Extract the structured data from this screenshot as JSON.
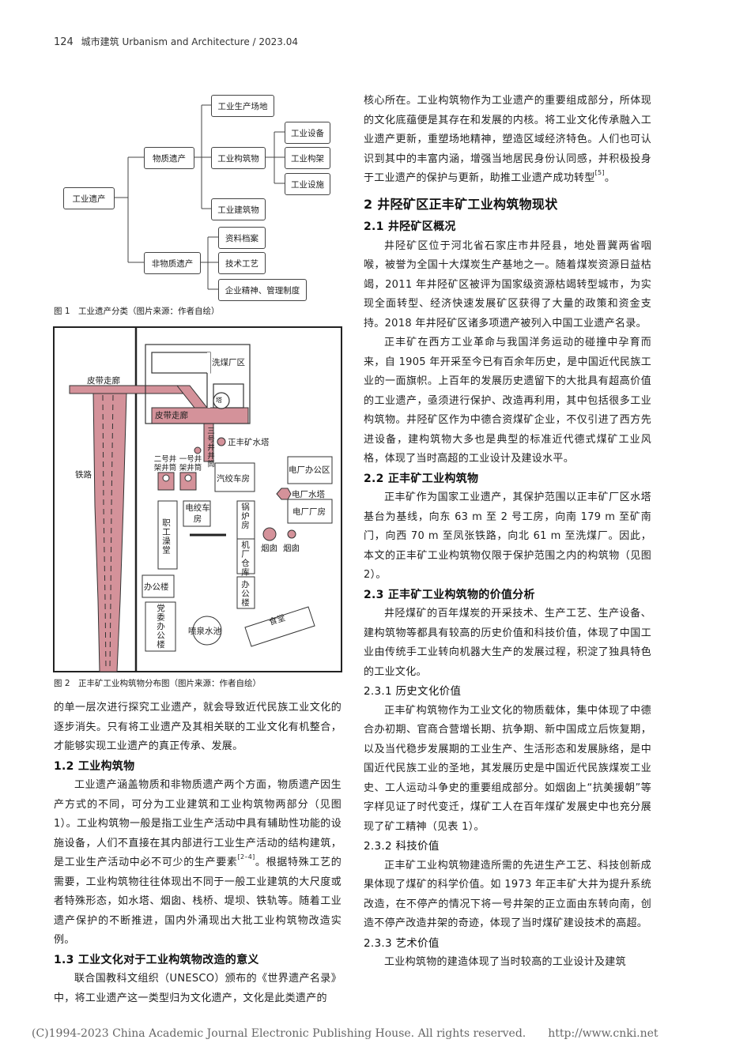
{
  "header": {
    "page": "124",
    "journal": "城市建筑 Urbanism and Architecture / 2023.04"
  },
  "fig1": {
    "root": "工业遗产",
    "material": "物质遗产",
    "nonmaterial": "非物质遗产",
    "production_site": "工业生产场地",
    "structures": "工业构筑物",
    "buildings": "工业建筑物",
    "equipment": "工业设备",
    "frame": "工业构架",
    "facility": "工业设施",
    "archives": "资料档案",
    "craft": "技术工艺",
    "spirit": "企业精神、管理制度",
    "caption": "图 1　工业遗产分类（图片来源：作者自绘）"
  },
  "fig2": {
    "coal_washing": "洗煤厂区",
    "belt_top": "皮带走廊",
    "belt_inner": "皮带走廊",
    "tower_icon": "塔",
    "water_tower": "正丰矿水塔",
    "shaft3": "三号井井筒",
    "shaft2": "二号井架井筒",
    "shaft1": "一号井架井筒",
    "railway": "铁路",
    "winch_house": "汽绞车房",
    "power_office": "电厂办公区",
    "power_tower": "电厂水塔",
    "power_plant": "电厂厂房",
    "elec_winch": "电绞车房",
    "bath": "职工澡堂",
    "boiler": "锅炉房",
    "warehouse": "机厂仓库",
    "chimney1": "烟囱",
    "chimney2": "烟囱",
    "office_left": "办公楼",
    "office_mid": "办公楼",
    "party_office": "党委办公楼",
    "fountain": "喷泉水池",
    "canteen": "食堂",
    "caption": "图 2　正丰矿工业构筑物分布图（图片来源：作者自绘）"
  },
  "left_text": {
    "p1": "的单一层次进行探究工业遗产，就会导致近代民族工业文化的逐步消失。只有将工业遗产及其相关联的工业文化有机整合，才能够实现工业遗产的真正传承、发展。",
    "h12": "1.2 工业构筑物",
    "p2": "工业遗产涵盖物质和非物质遗产两个方面，物质遗产因生产方式的不同，可分为工业建筑和工业构筑物两部分（见图 1）。工业构筑物一般是指工业生产活动中具有辅助性功能的设施设备，人们不直接在其内部进行工业生产活动的结构建筑，是工业生产活动中必不可少的生产要素",
    "p2_ref": "[2–4]",
    "p2_tail": "。根据特殊工艺的需要，工业构筑物往往体现出不同于一般工业建筑的大尺度或者特殊形态，如水塔、烟囱、栈桥、堤坝、铁轨等。随着工业遗产保护的不断推进，国内外涌现出大批工业构筑物改造实例。",
    "h13": "1.3 工业文化对于工业构筑物改造的意义",
    "p3": "联合国教科文组织（UNESCO）颁布的《世界遗产名录》中，将工业遗产这一类型归为文化遗产，文化是此类遗产的"
  },
  "right_text": {
    "p1": "核心所在。工业构筑物作为工业遗产的重要组成部分，所体现的文化底蕴便是其存在和发展的内核。将工业文化传承融入工业遗产更新，重塑场地精神，塑造区域经济特色。人们也可认识到其中的丰富内涵，增强当地居民身份认同感，并积极投身于工业遗产的保护与更新，助推工业遗产成功转型",
    "p1_ref": "[5]",
    "p1_tail": "。",
    "h2": "2 井陉矿区正丰矿工业构筑物现状",
    "h21": "2.1 井陉矿区概况",
    "p21": "井陉矿区位于河北省石家庄市井陉县，地处晋冀两省咽喉，被誉为全国十大煤炭生产基地之一。随着煤炭资源日益枯竭，2011 年井陉矿区被评为国家级资源枯竭转型城市，为实现全面转型、经济快速发展矿区获得了大量的政策和资金支持。2018 年井陉矿区诸多项遗产被列入中国工业遗产名录。",
    "p21b": "正丰矿在西方工业革命与我国洋务运动的碰撞中孕育而来，自 1905 年开采至今已有百余年历史，是中国近代民族工业的一面旗帜。上百年的发展历史遗留下的大批具有超高价值的工业遗产，亟须进行保护、改造再利用，其中包括很多工业构筑物。井陉矿区作为中德合资煤矿企业，不仅引进了西方先进设备，建构筑物大多也是典型的标准近代德式煤矿工业风格，体现了当时高超的工业设计及建设水平。",
    "h22": "2.2 正丰矿工业构筑物",
    "p22": "正丰矿作为国家工业遗产，其保护范围以正丰矿厂区水塔基台为基线，向东 63 m 至 2 号工房，向南 179 m 至矿南门，向西 70 m 至凤张铁路，向北 61 m 至洗煤厂。因此，本文的正丰矿工业构筑物仅限于保护范围之内的构筑物（见图 2）。",
    "h23": "2.3 正丰矿工业构筑物的价值分析",
    "p23": "井陉煤矿的百年煤炭的开采技术、生产工艺、生产设备、建构筑物等都具有较高的历史价值和科技价值，体现了中国工业由传统手工业转向机器大生产的发展过程，积淀了独具特色的工业文化。",
    "h231": "2.3.1 历史文化价值",
    "p231": "正丰矿构筑物作为工业文化的物质载体，集中体现了中德合办初期、官商合营增长期、抗争期、新中国成立后恢复期，以及当代稳步发展期的工业生产、生活形态和发展脉络，是中国近代民族工业的圣地，其发展历史是中国近代民族煤炭工业史、工人运动斗争史的重要组成部分。如烟囱上“抗美援朝”等字样见证了时代变迁，煤矿工人在百年煤矿发展史中也充分展现了矿工精神（见表 1）。",
    "h232": "2.3.2 科技价值",
    "p232": "正丰矿工业构筑物建造所需的先进生产工艺、科技创新成果体现了煤矿的科学价值。如 1973 年正丰矿大井为提升系统改造，在不停产的情况下将一号井架的正立面由东转向南，创造不停产改造井架的奇迹，体现了当时煤矿建设技术的高超。",
    "h233": "2.3.3 艺术价值",
    "p233": "工业构筑物的建造体现了当时较高的工业设计及建筑"
  },
  "footer": "(C)1994-2023 China Academic Journal Electronic Publishing House. All rights reserved.　　http://www.cnki.net",
  "colors": {
    "belt": "#d4929a",
    "line": "#333333"
  }
}
